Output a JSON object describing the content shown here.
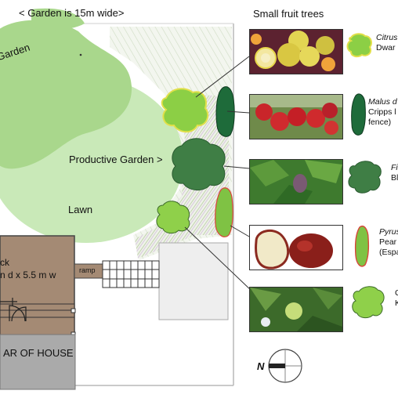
{
  "plan": {
    "width_label": "< Garden is 15m wide>",
    "zones": {
      "garden_partial": "Garden",
      "productive": "Productive Garden >",
      "lawn": "Lawn"
    },
    "deck": {
      "line1": "ck",
      "line2": "n d x 5.5 m w"
    },
    "ramp": "ramp",
    "house": "AR OF HOUSE"
  },
  "legend": {
    "title": "Small fruit trees",
    "compass": "N",
    "items": [
      {
        "line1": "Citrus",
        "line2": "Dwar",
        "line3": "",
        "color": "#8ccf45"
      },
      {
        "line1": "Malus d",
        "line2": "Cripps l",
        "line3": "fence)",
        "color": "#1e6b3a"
      },
      {
        "line1": "Fi",
        "line2": "Bl",
        "line3": "",
        "color": "#3f7e45"
      },
      {
        "line1": "Pyrus",
        "line2": "Pear",
        "line3": "(Espa",
        "color": "#7fc244"
      },
      {
        "line1": "C",
        "line2": "K",
        "line3": "",
        "color": "#8fd04a"
      }
    ]
  }
}
